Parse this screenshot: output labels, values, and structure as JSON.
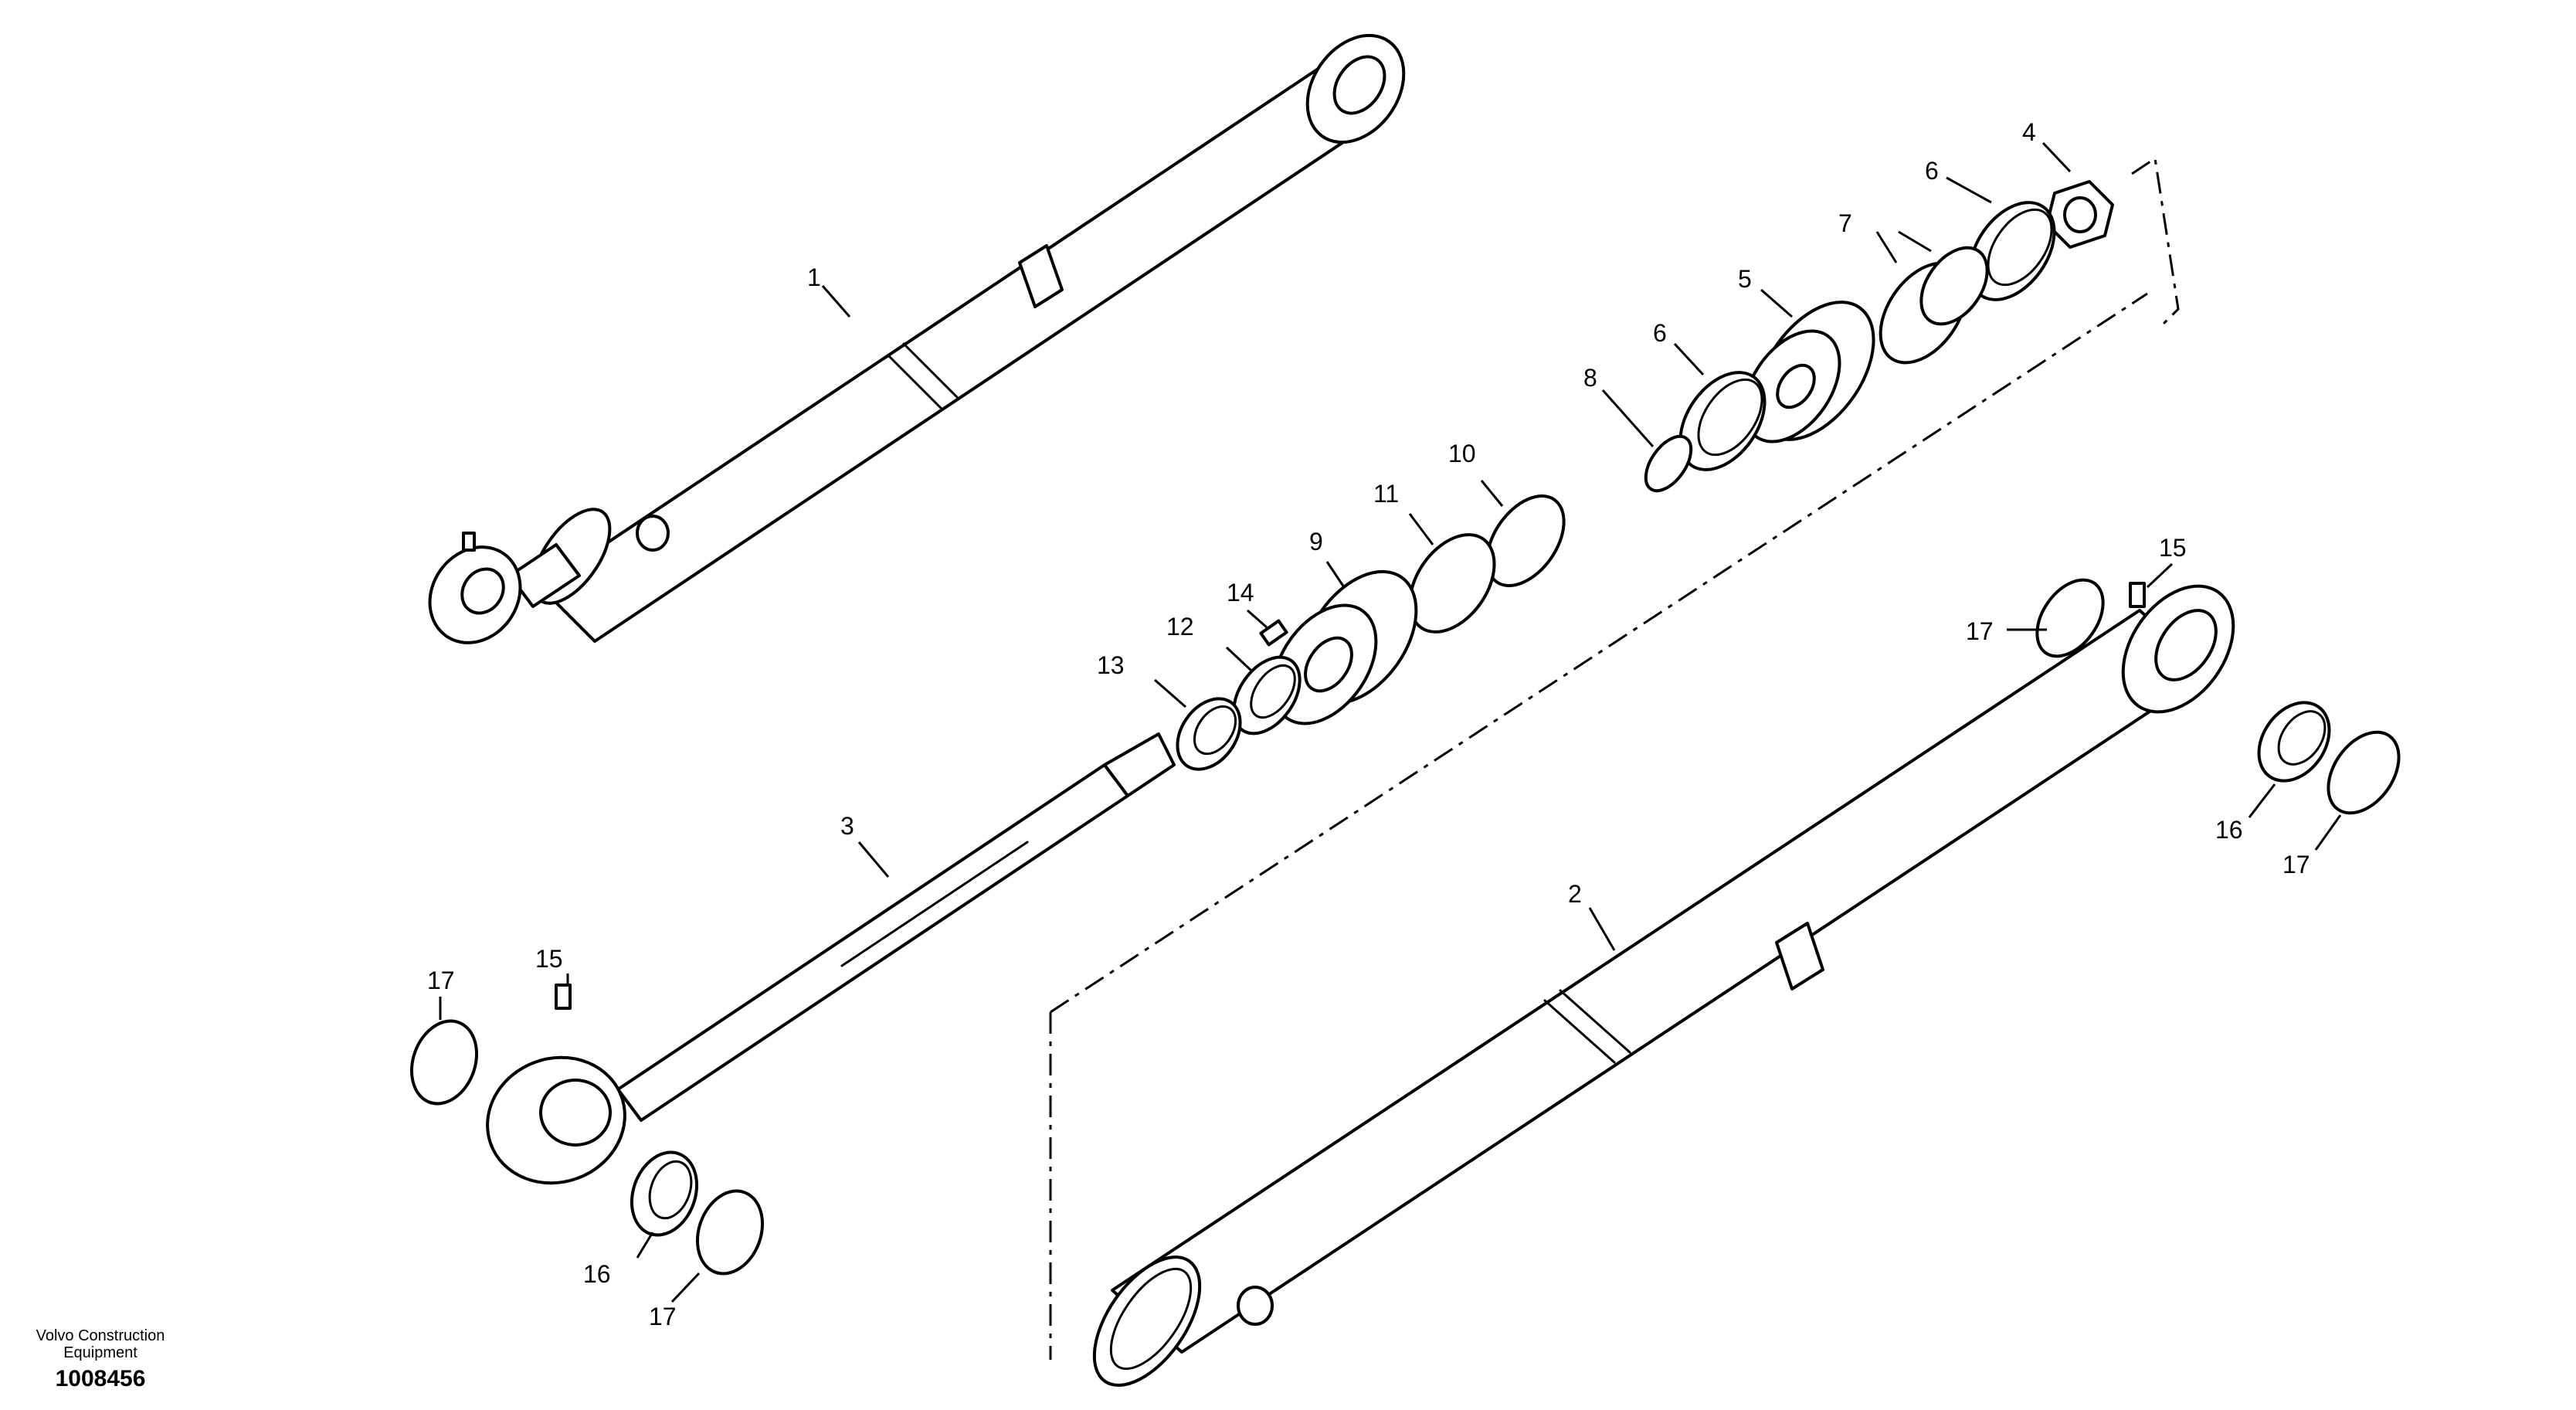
{
  "footer": {
    "brand_line1": "Volvo Construction",
    "brand_line2": "Equipment",
    "document_number": "1008456"
  },
  "callouts": {
    "c1": "1",
    "c2": "2",
    "c3": "3",
    "c4": "4",
    "c5": "5",
    "c6a": "6",
    "c6b": "6",
    "c7": "7",
    "c8": "8",
    "c9": "9",
    "c10": "10",
    "c11": "11",
    "c12": "12",
    "c13": "13",
    "c14": "14",
    "c15a": "15",
    "c15b": "15",
    "c16a": "16",
    "c16b": "16",
    "c17a": "17",
    "c17b": "17",
    "c17c": "17",
    "c17d": "17"
  }
}
